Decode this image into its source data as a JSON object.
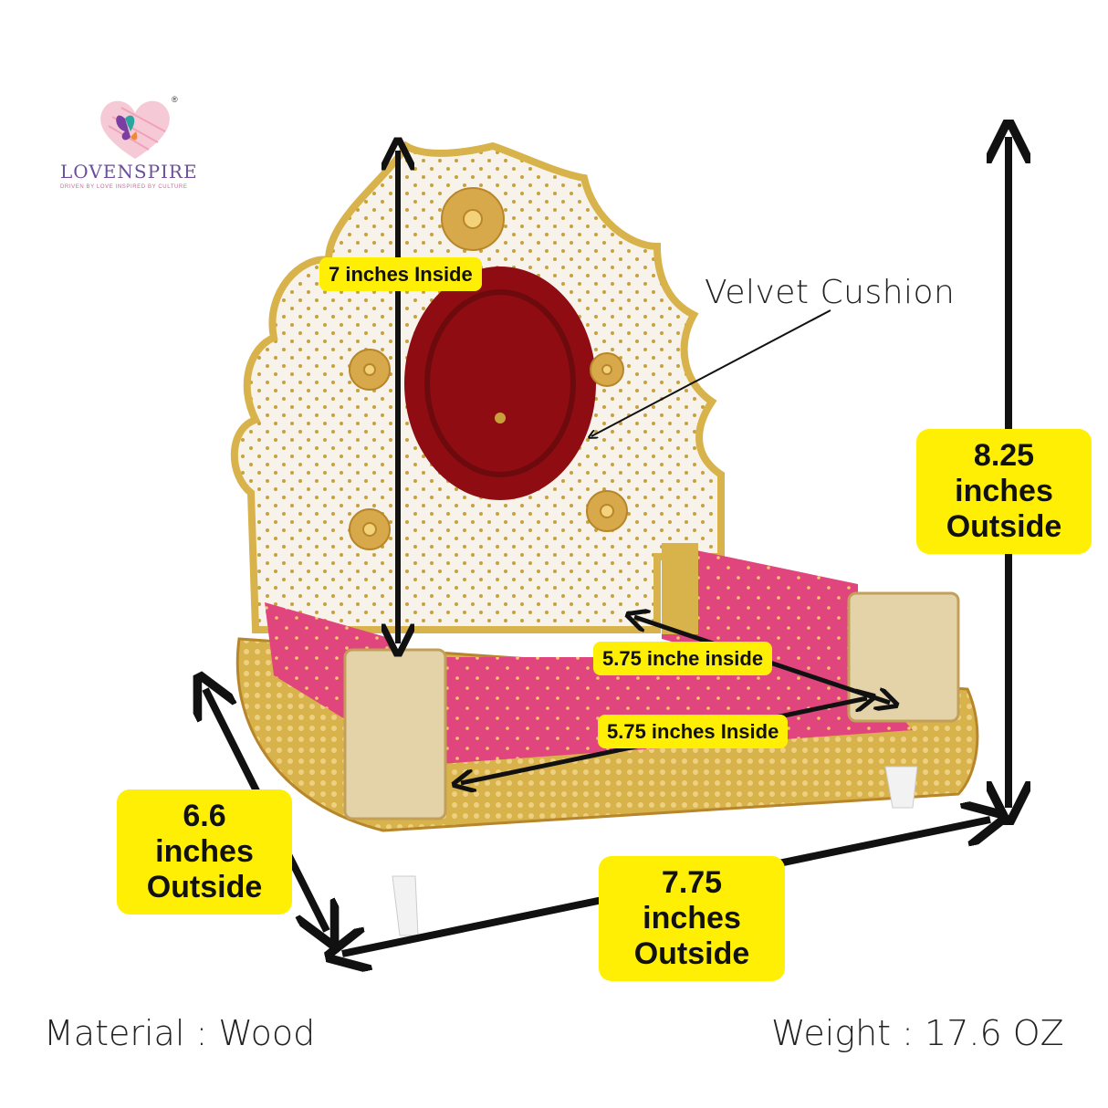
{
  "brand": {
    "name": "LOVENSPIRE",
    "tagline": "DRIVEN BY LOVE INSPIRED BY CULTURE",
    "registered": "®"
  },
  "callout": {
    "text": "Velvet Cushion"
  },
  "dimensions": {
    "back_height_inside": "7 inches Inside",
    "total_height_outside": "8.25 inches Outside",
    "depth_inside": "5.75 inche inside",
    "width_inside": "5.75 inches Inside",
    "depth_outside": "6.6 inches Outside",
    "width_outside": "7.75 inches Outside"
  },
  "specs": {
    "material": "Material : Wood",
    "weight": "Weight : 17.6 OZ"
  },
  "colors": {
    "label_bg": "#ffef05",
    "gold": "#d8b24a",
    "pink": "#e0457e",
    "velvet": "#8e0c12",
    "ivory": "#f7f3ea"
  }
}
